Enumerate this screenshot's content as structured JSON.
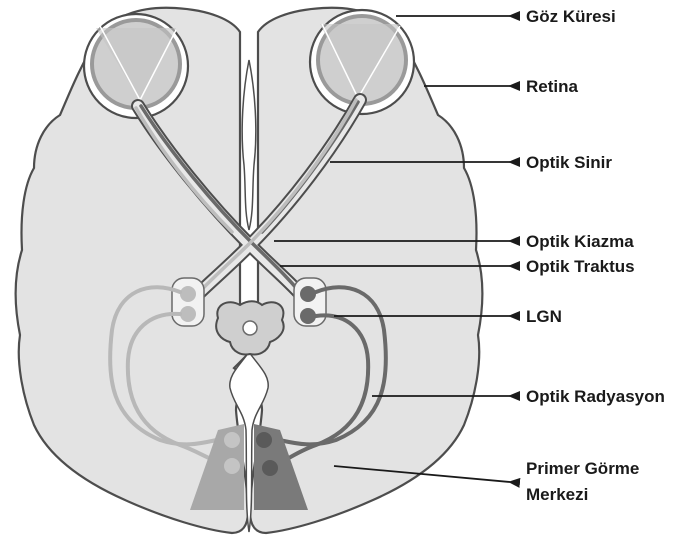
{
  "labels": {
    "eyeball": "Göz Küresi",
    "retina": "Retina",
    "optic_nerve": "Optik Sinir",
    "optic_chiasm": "Optik Kiazma",
    "optic_tract": "Optik Traktus",
    "lgn": "LGN",
    "optic_radiation": "Optik Radyasyon",
    "visual_cortex_line1": "Primer Görme",
    "visual_cortex_line2": "Merkezi"
  },
  "colors": {
    "brain_fill": "#e3e3e3",
    "outline": "#4d4d4d",
    "light_pathway": "#b8b8b8",
    "dark_pathway": "#6a6a6a",
    "text": "#1a1a1a"
  }
}
